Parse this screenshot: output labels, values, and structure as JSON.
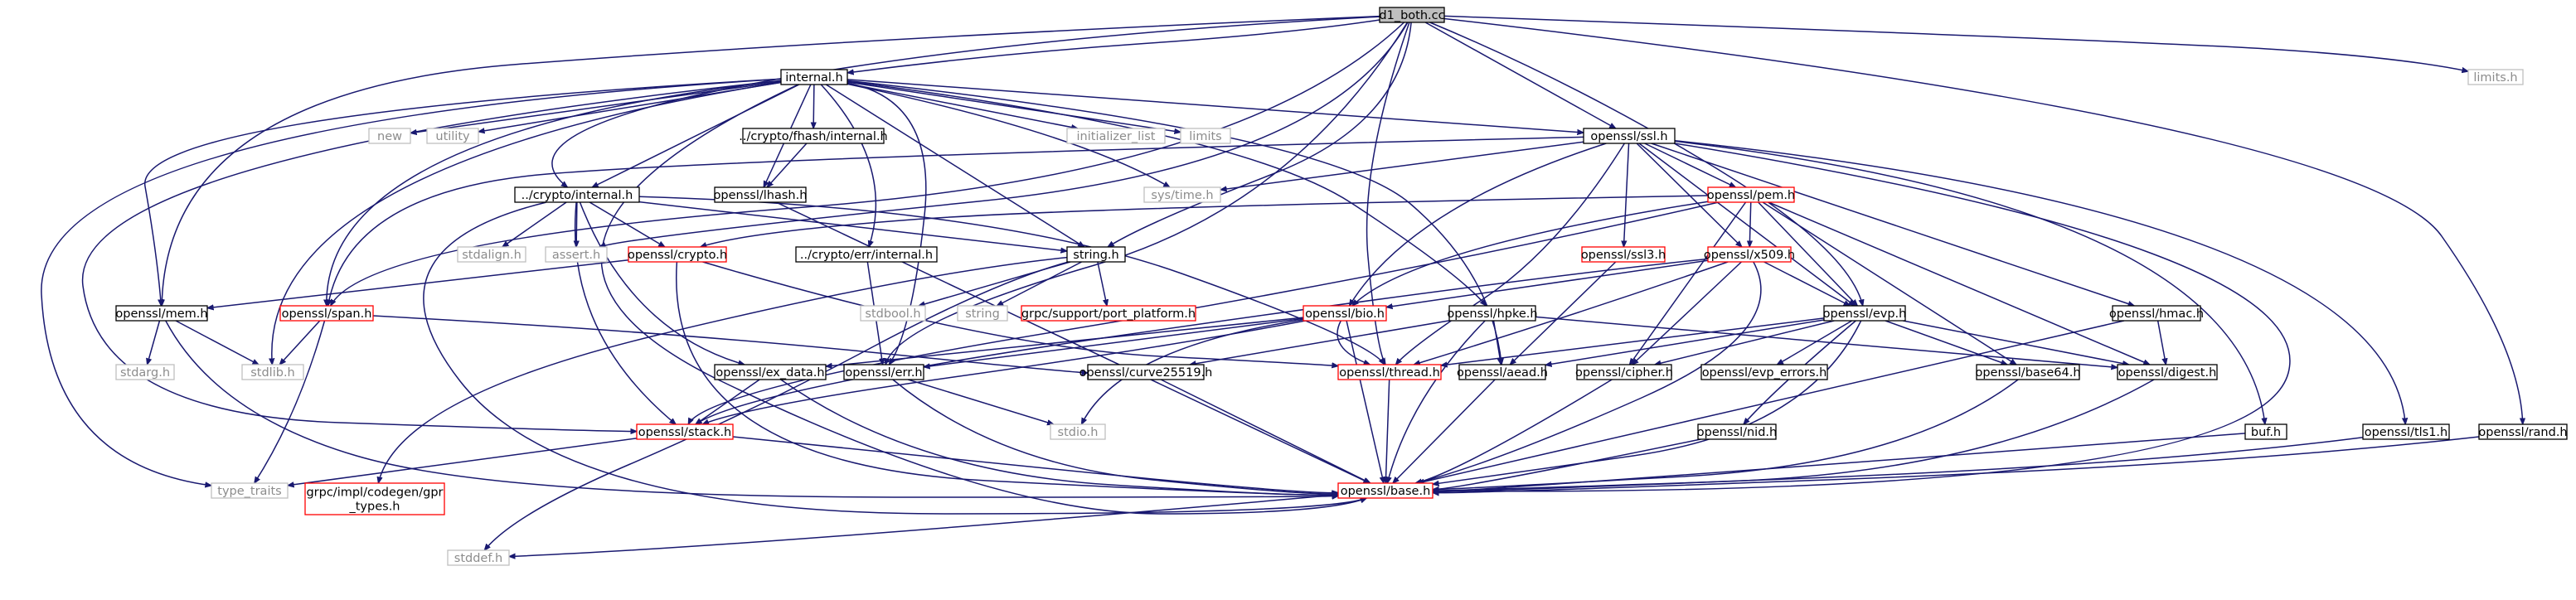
{
  "graph": {
    "title": "d1_both.cc",
    "colors": {
      "edge": "#191970",
      "root_fill": "#bfbfbf",
      "normal_border": "#000000",
      "missing_border": "#bfbfbf",
      "link_border": "#ff0000",
      "normal_text": "#000000",
      "missing_text": "#8c8c8c"
    },
    "nodes": [
      {
        "id": "root",
        "label": "d1_both.cc",
        "kind": "root"
      },
      {
        "id": "internal_h",
        "label": "internal.h",
        "kind": "normal"
      },
      {
        "id": "limits_h",
        "label": "limits.h",
        "kind": "missing"
      },
      {
        "id": "new",
        "label": "new",
        "kind": "missing"
      },
      {
        "id": "utility",
        "label": "utility",
        "kind": "missing"
      },
      {
        "id": "fhash_int",
        "label": "../crypto/fhash/internal.h",
        "kind": "normal"
      },
      {
        "id": "init_list",
        "label": "initializer_list",
        "kind": "missing"
      },
      {
        "id": "limits",
        "label": "limits",
        "kind": "missing"
      },
      {
        "id": "ssl_h",
        "label": "openssl/ssl.h",
        "kind": "normal"
      },
      {
        "id": "lhash_h",
        "label": "openssl/lhash.h",
        "kind": "normal"
      },
      {
        "id": "systime",
        "label": "sys/time.h",
        "kind": "missing"
      },
      {
        "id": "crypto_int",
        "label": "../crypto/internal.h",
        "kind": "normal"
      },
      {
        "id": "pem_h",
        "label": "openssl/pem.h",
        "kind": "link"
      },
      {
        "id": "stdalign",
        "label": "stdalign.h",
        "kind": "missing"
      },
      {
        "id": "assert",
        "label": "assert.h",
        "kind": "missing"
      },
      {
        "id": "crypto_h",
        "label": "openssl/crypto.h",
        "kind": "link"
      },
      {
        "id": "err_int",
        "label": "../crypto/err/internal.h",
        "kind": "normal"
      },
      {
        "id": "string_h",
        "label": "string.h",
        "kind": "normal"
      },
      {
        "id": "ssl3_h",
        "label": "openssl/ssl3.h",
        "kind": "link"
      },
      {
        "id": "x509_h",
        "label": "openssl/x509.h",
        "kind": "link"
      },
      {
        "id": "mem_h",
        "label": "openssl/mem.h",
        "kind": "normal"
      },
      {
        "id": "span_h",
        "label": "openssl/span.h",
        "kind": "link"
      },
      {
        "id": "stdbool",
        "label": "stdbool.h",
        "kind": "missing"
      },
      {
        "id": "string",
        "label": "string",
        "kind": "missing"
      },
      {
        "id": "grpc_port",
        "label": "grpc/support/port_platform.h",
        "kind": "link"
      },
      {
        "id": "bio_h",
        "label": "openssl/bio.h",
        "kind": "link"
      },
      {
        "id": "hpke_h",
        "label": "openssl/hpke.h",
        "kind": "normal"
      },
      {
        "id": "evp_h",
        "label": "openssl/evp.h",
        "kind": "normal"
      },
      {
        "id": "hmac_h",
        "label": "openssl/hmac.h",
        "kind": "normal"
      },
      {
        "id": "stdarg",
        "label": "stdarg.h",
        "kind": "missing"
      },
      {
        "id": "stdlib",
        "label": "stdlib.h",
        "kind": "missing"
      },
      {
        "id": "exdata_h",
        "label": "openssl/ex_data.h",
        "kind": "normal"
      },
      {
        "id": "err_h",
        "label": "openssl/err.h",
        "kind": "normal"
      },
      {
        "id": "curve_h",
        "label": "openssl/curve25519.h",
        "kind": "normal"
      },
      {
        "id": "thread_h",
        "label": "openssl/thread.h",
        "kind": "link"
      },
      {
        "id": "aead_h",
        "label": "openssl/aead.h",
        "kind": "normal"
      },
      {
        "id": "cipher_h",
        "label": "openssl/cipher.h",
        "kind": "normal"
      },
      {
        "id": "evperr_h",
        "label": "openssl/evp_errors.h",
        "kind": "normal"
      },
      {
        "id": "base64_h",
        "label": "openssl/base64.h",
        "kind": "normal"
      },
      {
        "id": "digest_h",
        "label": "openssl/digest.h",
        "kind": "normal"
      },
      {
        "id": "buf_h",
        "label": "buf.h",
        "kind": "normal"
      },
      {
        "id": "tls1_h",
        "label": "openssl/tls1.h",
        "kind": "normal"
      },
      {
        "id": "rand_h",
        "label": "openssl/rand.h",
        "kind": "normal"
      },
      {
        "id": "stdio",
        "label": "stdio.h",
        "kind": "missing"
      },
      {
        "id": "stack_h",
        "label": "openssl/stack.h",
        "kind": "link"
      },
      {
        "id": "nid_h",
        "label": "openssl/nid.h",
        "kind": "normal"
      },
      {
        "id": "type_traits",
        "label": "type_traits",
        "kind": "missing"
      },
      {
        "id": "grpc_gpr",
        "label": "grpc/impl/codegen/gpr\n_types.h",
        "kind": "link"
      },
      {
        "id": "base_h",
        "label": "openssl/base.h",
        "kind": "link"
      },
      {
        "id": "stddef",
        "label": "stddef.h",
        "kind": "missing"
      }
    ],
    "edges": [
      [
        "root",
        "internal_h"
      ],
      [
        "root",
        "limits_h"
      ],
      [
        "root",
        "ssl_h"
      ],
      [
        "root",
        "crypto_int"
      ],
      [
        "root",
        "mem_h"
      ],
      [
        "root",
        "string_h"
      ],
      [
        "root",
        "assert"
      ],
      [
        "root",
        "err_h"
      ],
      [
        "root",
        "evp_h"
      ],
      [
        "root",
        "rand_h"
      ],
      [
        "root",
        "thread_h"
      ],
      [
        "root",
        "span_h"
      ],
      [
        "internal_h",
        "new"
      ],
      [
        "internal_h",
        "utility"
      ],
      [
        "internal_h",
        "fhash_int"
      ],
      [
        "internal_h",
        "init_list"
      ],
      [
        "internal_h",
        "limits"
      ],
      [
        "internal_h",
        "ssl_h"
      ],
      [
        "internal_h",
        "lhash_h"
      ],
      [
        "internal_h",
        "systime"
      ],
      [
        "internal_h",
        "crypto_int"
      ],
      [
        "internal_h",
        "err_int"
      ],
      [
        "internal_h",
        "string_h"
      ],
      [
        "internal_h",
        "mem_h"
      ],
      [
        "internal_h",
        "span_h"
      ],
      [
        "internal_h",
        "stdlib"
      ],
      [
        "internal_h",
        "type_traits"
      ],
      [
        "internal_h",
        "stack_h"
      ],
      [
        "internal_h",
        "aead_h"
      ],
      [
        "internal_h",
        "hpke_h"
      ],
      [
        "internal_h",
        "err_h"
      ],
      [
        "internal_h",
        "base_h"
      ],
      [
        "fhash_int",
        "lhash_h"
      ],
      [
        "lhash_h",
        "base_h"
      ],
      [
        "ssl_h",
        "systime"
      ],
      [
        "ssl_h",
        "pem_h"
      ],
      [
        "ssl_h",
        "ssl3_h"
      ],
      [
        "ssl_h",
        "x509_h"
      ],
      [
        "ssl_h",
        "bio_h"
      ],
      [
        "ssl_h",
        "evp_h"
      ],
      [
        "ssl_h",
        "hmac_h"
      ],
      [
        "ssl_h",
        "buf_h"
      ],
      [
        "ssl_h",
        "tls1_h"
      ],
      [
        "ssl_h",
        "thread_h"
      ],
      [
        "ssl_h",
        "base_h"
      ],
      [
        "ssl_h",
        "span_h"
      ],
      [
        "crypto_int",
        "stdalign"
      ],
      [
        "crypto_int",
        "assert"
      ],
      [
        "crypto_int",
        "crypto_h"
      ],
      [
        "crypto_int",
        "string_h"
      ],
      [
        "crypto_int",
        "exdata_h"
      ],
      [
        "crypto_int",
        "thread_h"
      ],
      [
        "crypto_int",
        "stack_h"
      ],
      [
        "crypto_int",
        "base_h"
      ],
      [
        "pem_h",
        "crypto_h"
      ],
      [
        "pem_h",
        "x509_h"
      ],
      [
        "pem_h",
        "bio_h"
      ],
      [
        "pem_h",
        "stack_h"
      ],
      [
        "pem_h",
        "evp_h"
      ],
      [
        "pem_h",
        "base64_h"
      ],
      [
        "pem_h",
        "cipher_h"
      ],
      [
        "pem_h",
        "digest_h"
      ],
      [
        "crypto_h",
        "mem_h"
      ],
      [
        "crypto_h",
        "thread_h"
      ],
      [
        "crypto_h",
        "base_h"
      ],
      [
        "err_int",
        "err_h"
      ],
      [
        "string_h",
        "stdbool"
      ],
      [
        "string_h",
        "string"
      ],
      [
        "string_h",
        "grpc_port"
      ],
      [
        "string_h",
        "grpc_gpr"
      ],
      [
        "string_h",
        "stddef"
      ],
      [
        "ssl3_h",
        "aead_h"
      ],
      [
        "x509_h",
        "bio_h"
      ],
      [
        "x509_h",
        "evp_h"
      ],
      [
        "x509_h",
        "thread_h"
      ],
      [
        "x509_h",
        "cipher_h"
      ],
      [
        "x509_h",
        "base_h"
      ],
      [
        "x509_h",
        "stack_h"
      ],
      [
        "mem_h",
        "stdarg"
      ],
      [
        "mem_h",
        "stdlib"
      ],
      [
        "mem_h",
        "base_h"
      ],
      [
        "span_h",
        "stdlib"
      ],
      [
        "span_h",
        "type_traits"
      ],
      [
        "span_h",
        "curve_h"
      ],
      [
        "bio_h",
        "exdata_h"
      ],
      [
        "bio_h",
        "err_h"
      ],
      [
        "bio_h",
        "stdio"
      ],
      [
        "bio_h",
        "stack_h"
      ],
      [
        "bio_h",
        "thread_h"
      ],
      [
        "bio_h",
        "base_h"
      ],
      [
        "hpke_h",
        "aead_h"
      ],
      [
        "hpke_h",
        "digest_h"
      ],
      [
        "hpke_h",
        "curve_h"
      ],
      [
        "hpke_h",
        "base_h"
      ],
      [
        "evp_h",
        "thread_h"
      ],
      [
        "evp_h",
        "aead_h"
      ],
      [
        "evp_h",
        "cipher_h"
      ],
      [
        "evp_h",
        "evperr_h"
      ],
      [
        "evp_h",
        "base64_h"
      ],
      [
        "evp_h",
        "digest_h"
      ],
      [
        "evp_h",
        "nid_h"
      ],
      [
        "evp_h",
        "base_h"
      ],
      [
        "hmac_h",
        "digest_h"
      ],
      [
        "hmac_h",
        "base_h"
      ],
      [
        "exdata_h",
        "stack_h"
      ],
      [
        "exdata_h",
        "base_h"
      ],
      [
        "err_h",
        "stdio"
      ],
      [
        "err_h",
        "base_h"
      ],
      [
        "curve_h",
        "base_h"
      ],
      [
        "thread_h",
        "base_h"
      ],
      [
        "aead_h",
        "base_h"
      ],
      [
        "cipher_h",
        "base_h"
      ],
      [
        "base64_h",
        "base_h"
      ],
      [
        "digest_h",
        "base_h"
      ],
      [
        "buf_h",
        "base_h"
      ],
      [
        "tls1_h",
        "base_h"
      ],
      [
        "rand_h",
        "base_h"
      ],
      [
        "stack_h",
        "type_traits"
      ],
      [
        "stack_h",
        "base_h"
      ],
      [
        "nid_h",
        "base_h"
      ],
      [
        "base_h",
        "stddef"
      ]
    ]
  }
}
